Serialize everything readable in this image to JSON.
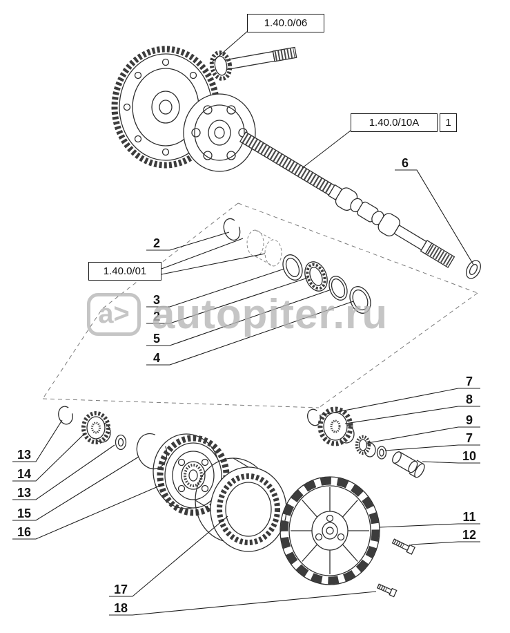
{
  "colors": {
    "line": "#2e2e2e",
    "watermark": "#b7b7b7"
  },
  "watermark": {
    "logo": "a>",
    "site": "autopiter.ru"
  },
  "refs": {
    "r06": "1.40.0/06",
    "r10a": "1.40.0/10A",
    "r10a_index": "1",
    "r01": "1.40.0/01"
  },
  "callouts": {
    "c2a": "2",
    "c3": "3",
    "c2b": "2",
    "c5": "5",
    "c4": "4",
    "c6": "6",
    "c7a": "7",
    "c8": "8",
    "c9": "9",
    "c7b": "7",
    "c10": "10",
    "c11": "11",
    "c12": "12",
    "c13a": "13",
    "c14": "14",
    "c13b": "13",
    "c15": "15",
    "c16": "16",
    "c17": "17",
    "c18": "18"
  }
}
